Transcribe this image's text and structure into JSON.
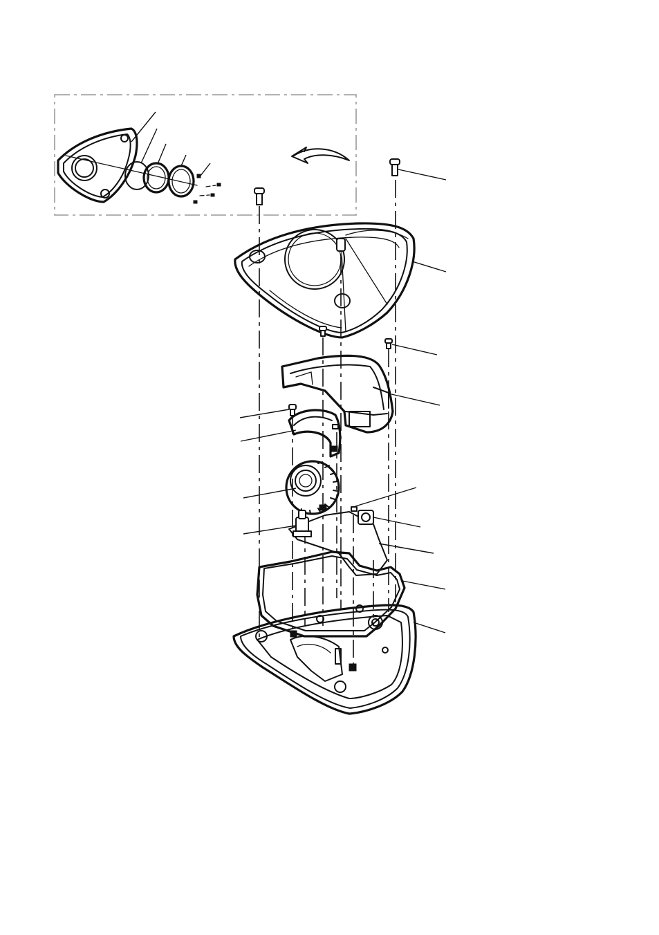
{
  "diagram": {
    "type": "exploded-assembly-drawing",
    "leader_count_right": 11,
    "leader_count_left": 4,
    "inset_leader_count": 5,
    "text_labels": []
  }
}
